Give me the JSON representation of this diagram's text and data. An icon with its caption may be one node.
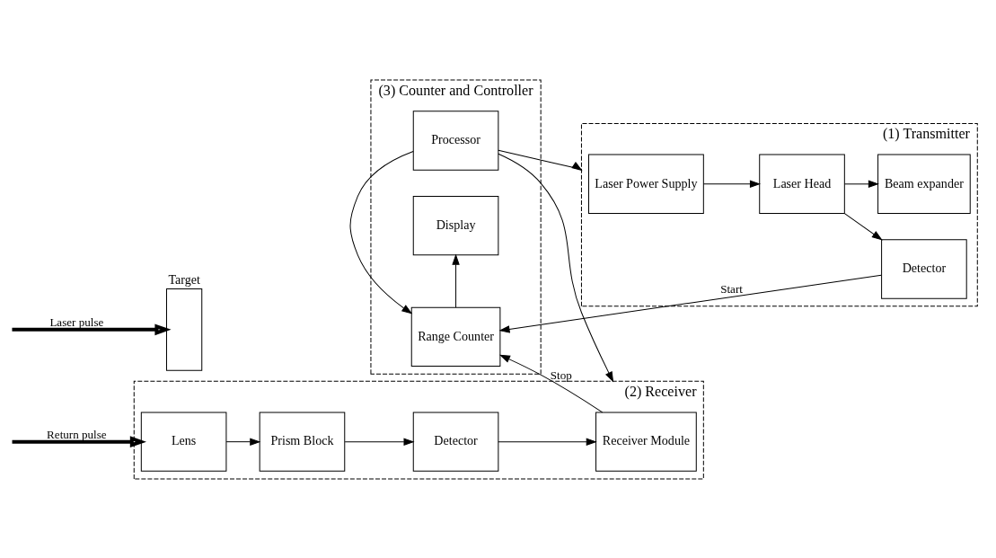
{
  "diagram": {
    "nodes": [
      {
        "text": [
          "(3) Counter and Controller"
        ]
      },
      {
        "text": [
          "Processor"
        ],
        "in": 0
      },
      {
        "text": [
          "Range Counter"
        ],
        "in": 0
      },
      {
        "text": [
          "Display"
        ],
        "in": 0
      },
      {
        "text": [
          "(1) Transmitter"
        ]
      },
      {
        "text": [
          "Laser Power Supply"
        ],
        "in": 4
      },
      {
        "text": [
          "Detector"
        ],
        "in": 4
      },
      {
        "text": [
          "Laser Head"
        ],
        "in": 4
      },
      {
        "text": [
          "Beam expander"
        ],
        "in": 4
      },
      {
        "text": [
          "(2) Receiver"
        ]
      },
      {
        "text": [
          "Receiver Module"
        ],
        "in": 9
      },
      {
        "text": [
          "Detector"
        ],
        "in": 9
      },
      {
        "text": [
          "Prism Block"
        ],
        "in": 9
      },
      {
        "text": [
          "Lens"
        ],
        "in": 9
      },
      {
        "text": [
          "Target"
        ]
      }
    ],
    "edges": [
      {
        "from": 1,
        "to": 4,
        "arrow": "to"
      },
      {
        "from": 1,
        "to": 9,
        "arrow": "to"
      },
      {
        "from": 1,
        "to": 2,
        "arrow": "to"
      },
      {
        "from": 2,
        "to": 3,
        "arrow": "to"
      },
      {
        "from": 5,
        "to": 7,
        "arrow": "to"
      },
      {
        "from": 7,
        "to": 6,
        "arrow": "to"
      },
      {
        "from": 7,
        "to": 8,
        "arrow": "to"
      },
      {
        "from": 6,
        "to": 2,
        "arrow": "to",
        "label": "Start"
      },
      {
        "from": 10,
        "to": 2,
        "arrow": "to",
        "label": "Stop"
      },
      {
        "from": 13,
        "to": 12,
        "arrow": "to"
      },
      {
        "from": 12,
        "to": 11,
        "arrow": "to"
      },
      {
        "from": 11,
        "to": 10,
        "arrow": "to"
      },
      {
        "from": null,
        "to": 14,
        "arrow": "to",
        "label": "Laser pulse",
        "style": "thick"
      },
      {
        "from": null,
        "to": 13,
        "arrow": "to",
        "label": "Return pulse",
        "style": "thick"
      }
    ]
  }
}
